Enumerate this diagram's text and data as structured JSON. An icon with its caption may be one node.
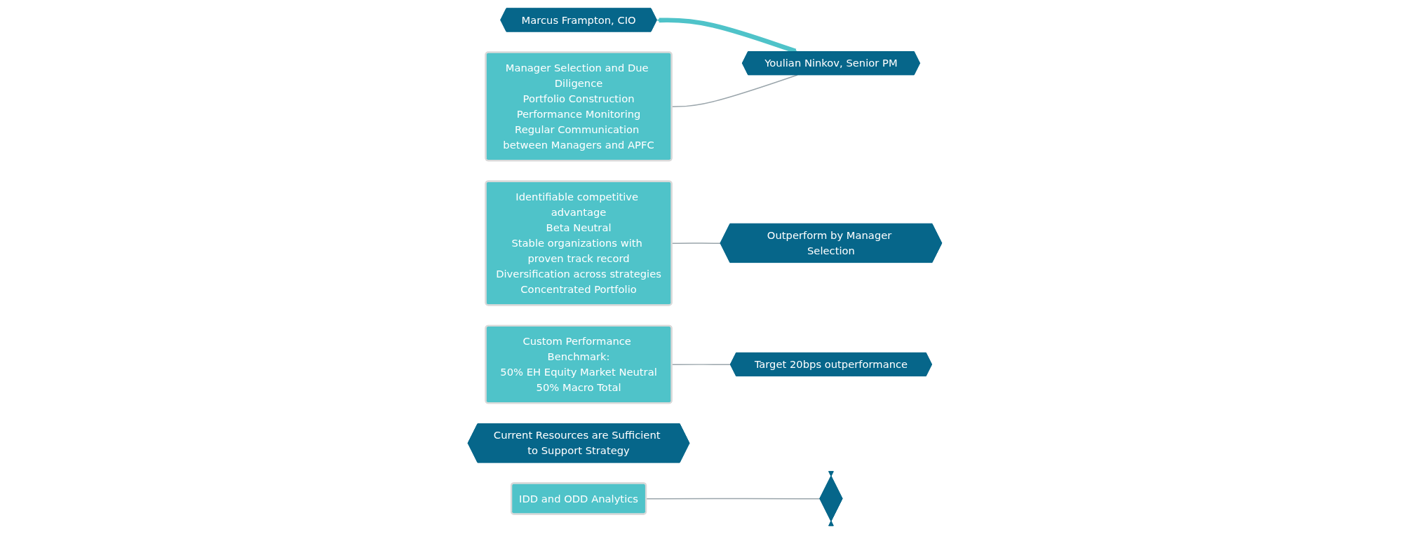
{
  "diagram": {
    "nodes": [
      {
        "text": [
          "Marcus Frampton, CIO"
        ]
      },
      {
        "text": [
          "Youlian Ninkov, Senior PM"
        ]
      },
      {
        "text": [
          "Manager Selection and Due Diligence",
          "Portfolio Construction",
          "Performance Monitoring",
          "Regular Communication between Managers and APFC"
        ]
      },
      {
        "text": [
          "Identifiable competitive advantage",
          "Beta Neutral",
          "Stable organizations with proven track record",
          "Diversification across strategies",
          "Concentrated Portfolio"
        ]
      },
      {
        "text": [
          "Outperform by Manager Selection"
        ]
      },
      {
        "text": [
          "Target 20bps outperformance"
        ]
      },
      {
        "text": [
          "Custom Performance Benchmark:",
          "50% EH Equity Market Neutral",
          "50% Macro Total"
        ]
      },
      {
        "text": [
          "Current Resources are Sufficient to Support Strategy"
        ]
      },
      {
        "text": [],
        "shape": "hexagon"
      },
      {
        "text": [
          "IDD and ODD Analytics"
        ]
      }
    ],
    "edges": [
      {
        "from": 0,
        "to": 1,
        "arrow": "both",
        "style": "thick",
        "color": "#4fc3c9"
      },
      {
        "from": 2,
        "to": 1,
        "arrow": "none"
      },
      {
        "from": 3,
        "to": 4,
        "arrow": "none"
      },
      {
        "from": 6,
        "to": 5,
        "arrow": "none"
      },
      {
        "from": 9,
        "to": 8,
        "arrow": "none"
      }
    ]
  }
}
